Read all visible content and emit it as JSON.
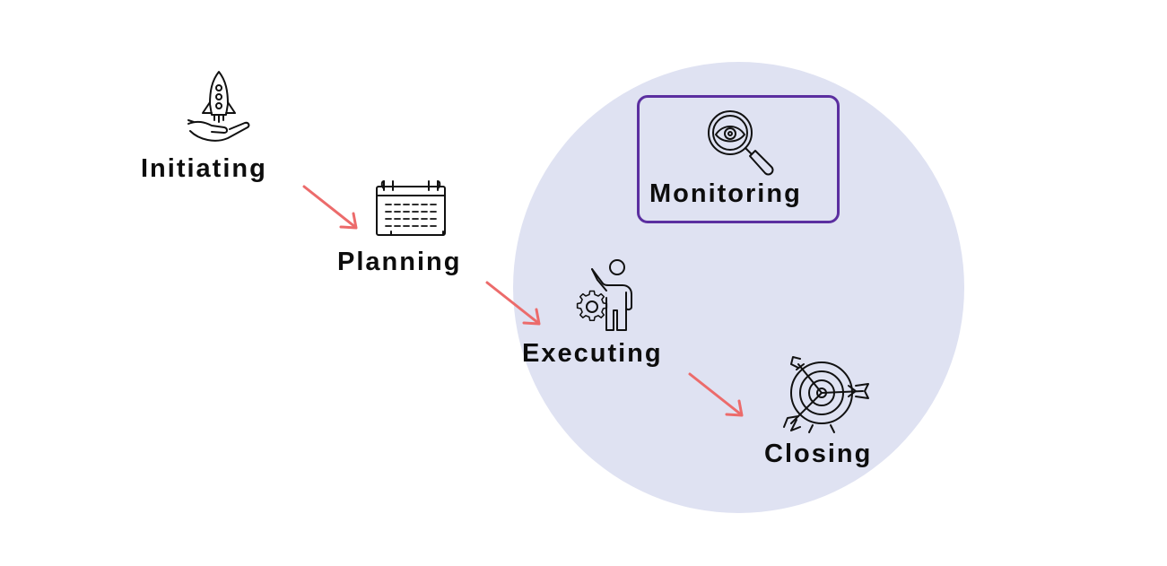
{
  "diagram": {
    "stages": [
      {
        "key": "initiating",
        "label": "Initiating",
        "icon": "rocket-in-hand-icon"
      },
      {
        "key": "planning",
        "label": "Planning",
        "icon": "calendar-icon"
      },
      {
        "key": "executing",
        "label": "Executing",
        "icon": "person-with-gear-icon"
      },
      {
        "key": "monitoring",
        "label": "Monitoring",
        "icon": "magnifier-eye-icon"
      },
      {
        "key": "closing",
        "label": "Closing",
        "icon": "target-with-arrows-icon"
      }
    ],
    "arrows": [
      {
        "from": "Initiating",
        "to": "Planning"
      },
      {
        "from": "Planning",
        "to": "Executing"
      },
      {
        "from": "Executing",
        "to": "Closing"
      }
    ],
    "colors": {
      "circle_fill": "#dfe2f2",
      "monitor_border": "#5b2fa0",
      "arrow": "#ec6b6b",
      "text": "#0d0d0d",
      "icon_stroke": "#111111"
    }
  }
}
